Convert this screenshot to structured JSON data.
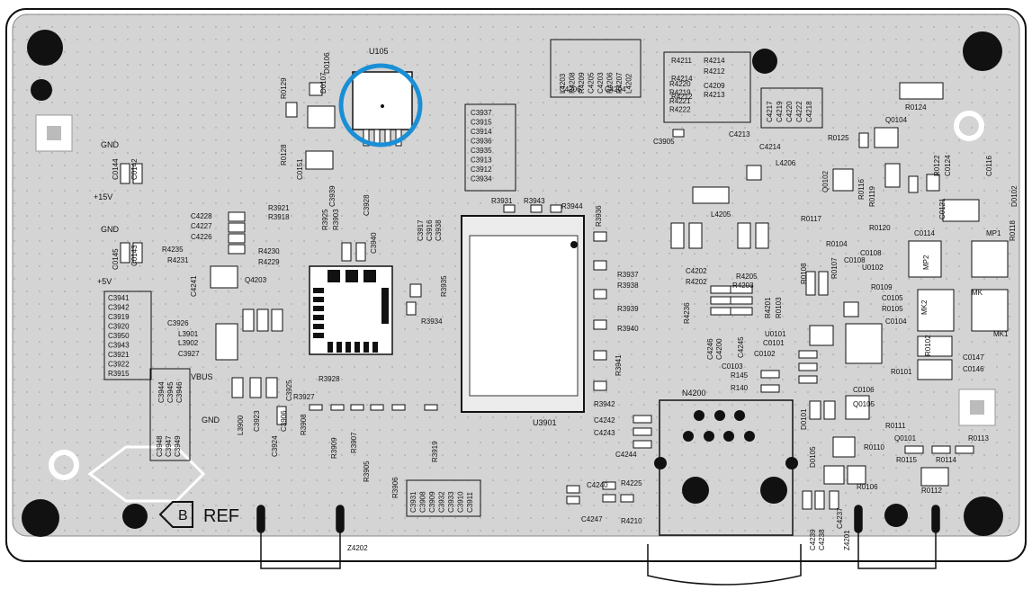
{
  "board": {
    "ic_u105": "U105",
    "ic_u3901": "U3901",
    "conn_n4200": "N4200",
    "ref_marker_letter": "B",
    "ref_marker_text": "REF",
    "rail_labels": [
      "GND",
      "+15V",
      "GND",
      "+5V",
      "VBUS",
      "GND"
    ],
    "cap_stack_left": [
      "C3941",
      "C3942",
      "C3919",
      "C3920",
      "C3950",
      "C3943",
      "C3921",
      "C3922",
      "R3915"
    ],
    "cap_stack_center": [
      "C3937",
      "C3915",
      "C3914",
      "C3936",
      "C3935",
      "C3913",
      "C3912",
      "C3934"
    ],
    "cap_stack_bottom": [
      "C3931",
      "C3908",
      "C3909",
      "C3932",
      "C3933",
      "C3910",
      "C3911"
    ],
    "cap_stack_mid_left": [
      "C3944",
      "C3945",
      "C3946"
    ],
    "cap_stack_mid_left2": [
      "C3948",
      "C3947",
      "C3949"
    ],
    "box_top_center": [
      "L4203",
      "R4208",
      "R4209",
      "C4205",
      "C4203",
      "R4206",
      "R4207",
      "L4202"
    ],
    "box_top_center_bottom": [
      "C4206",
      "C4204"
    ],
    "box_top_right_a": [
      "R4211",
      "R4214",
      "R4212"
    ],
    "box_top_right_b": [
      "R4220",
      "R4219",
      "R4221",
      "R4222"
    ],
    "box_top_right_c": [
      "C4209",
      "R4213"
    ],
    "box_right_rot": [
      "C4217",
      "C4219",
      "C4220",
      "C4222",
      "C4218"
    ],
    "labels": [
      {
        "t": "D0106"
      },
      {
        "t": "D0107"
      },
      {
        "t": "R0129"
      },
      {
        "t": "R0128"
      },
      {
        "t": "C0151"
      },
      {
        "t": "C0144"
      },
      {
        "t": "C0142"
      },
      {
        "t": "C0145"
      },
      {
        "t": "C0143"
      },
      {
        "t": "C4228"
      },
      {
        "t": "C4227"
      },
      {
        "t": "C4226"
      },
      {
        "t": "R4235"
      },
      {
        "t": "R4231"
      },
      {
        "t": "R4230"
      },
      {
        "t": "R4229"
      },
      {
        "t": "C4241"
      },
      {
        "t": "Q4203"
      },
      {
        "t": "R3921"
      },
      {
        "t": "R3918"
      },
      {
        "t": "C3939"
      },
      {
        "t": "R3925"
      },
      {
        "t": "R3903"
      },
      {
        "t": "C3928"
      },
      {
        "t": "C3940"
      },
      {
        "t": "C3917"
      },
      {
        "t": "C3916"
      },
      {
        "t": "C3938"
      },
      {
        "t": "R3935"
      },
      {
        "t": "R3934"
      },
      {
        "t": "R3931"
      },
      {
        "t": "R3943"
      },
      {
        "t": "R3944"
      },
      {
        "t": "R3936"
      },
      {
        "t": "R3937"
      },
      {
        "t": "R3938"
      },
      {
        "t": "R3939"
      },
      {
        "t": "R3940"
      },
      {
        "t": "R3941"
      },
      {
        "t": "R3942"
      },
      {
        "t": "C3926"
      },
      {
        "t": "L3901"
      },
      {
        "t": "L3902"
      },
      {
        "t": "C3927"
      },
      {
        "t": "R3928"
      },
      {
        "t": "R3927"
      },
      {
        "t": "C3925"
      },
      {
        "t": "L3900"
      },
      {
        "t": "C3923"
      },
      {
        "t": "C3906"
      },
      {
        "t": "R3908"
      },
      {
        "t": "C3924"
      },
      {
        "t": "R3909"
      },
      {
        "t": "R3907"
      },
      {
        "t": "R3905"
      },
      {
        "t": "R3906"
      },
      {
        "t": "R3919"
      },
      {
        "t": "C3905"
      },
      {
        "t": "C4213"
      },
      {
        "t": "C4214"
      },
      {
        "t": "L4206"
      },
      {
        "t": "L4205"
      },
      {
        "t": "C4202"
      },
      {
        "t": "R4202"
      },
      {
        "t": "R4205"
      },
      {
        "t": "R4203"
      },
      {
        "t": "R4236"
      },
      {
        "t": "R4201"
      },
      {
        "t": "R0103"
      },
      {
        "t": "C4246"
      },
      {
        "t": "C4200"
      },
      {
        "t": "C4245"
      },
      {
        "t": "C0103"
      },
      {
        "t": "C0102"
      },
      {
        "t": "U0101"
      },
      {
        "t": "C0101"
      },
      {
        "t": "R145"
      },
      {
        "t": "R140"
      },
      {
        "t": "C4242"
      },
      {
        "t": "C4243"
      },
      {
        "t": "C4244"
      },
      {
        "t": "C4240"
      },
      {
        "t": "C4247"
      },
      {
        "t": "R4225"
      },
      {
        "t": "R4210"
      },
      {
        "t": "Z4202"
      },
      {
        "t": "R0124"
      },
      {
        "t": "Q0104"
      },
      {
        "t": "R0125"
      },
      {
        "t": "R0122"
      },
      {
        "t": "C0124"
      },
      {
        "t": "C0116"
      },
      {
        "t": "D0102"
      },
      {
        "t": "Q0102"
      },
      {
        "t": "R0116"
      },
      {
        "t": "R0119"
      },
      {
        "t": "R0117"
      },
      {
        "t": "R0120"
      },
      {
        "t": "C0121"
      },
      {
        "t": "R0118"
      },
      {
        "t": "C0114"
      },
      {
        "t": "MP1"
      },
      {
        "t": "MP2"
      },
      {
        "t": "MK2"
      },
      {
        "t": "MK1"
      },
      {
        "t": "MK"
      },
      {
        "t": "R0104"
      },
      {
        "t": "C0108"
      },
      {
        "t": "U0102"
      },
      {
        "t": "R0108"
      },
      {
        "t": "R0107"
      },
      {
        "t": "R0109"
      },
      {
        "t": "C0105"
      },
      {
        "t": "R0105"
      },
      {
        "t": "C0104"
      },
      {
        "t": "R0102"
      },
      {
        "t": "R0101"
      },
      {
        "t": "C0147"
      },
      {
        "t": "C0146"
      },
      {
        "t": "C0106"
      },
      {
        "t": "R0111"
      },
      {
        "t": "Q0101"
      },
      {
        "t": "R0113"
      },
      {
        "t": "R0115"
      },
      {
        "t": "R0114"
      },
      {
        "t": "R0106"
      },
      {
        "t": "R0112"
      },
      {
        "t": "D0101"
      },
      {
        "t": "D0105"
      },
      {
        "t": "R0110"
      },
      {
        "t": "C4239"
      },
      {
        "t": "C4238"
      },
      {
        "t": "C4237"
      },
      {
        "t": "Z4201"
      },
      {
        "t": "Q0105"
      },
      {
        "t": "C0108"
      }
    ]
  }
}
